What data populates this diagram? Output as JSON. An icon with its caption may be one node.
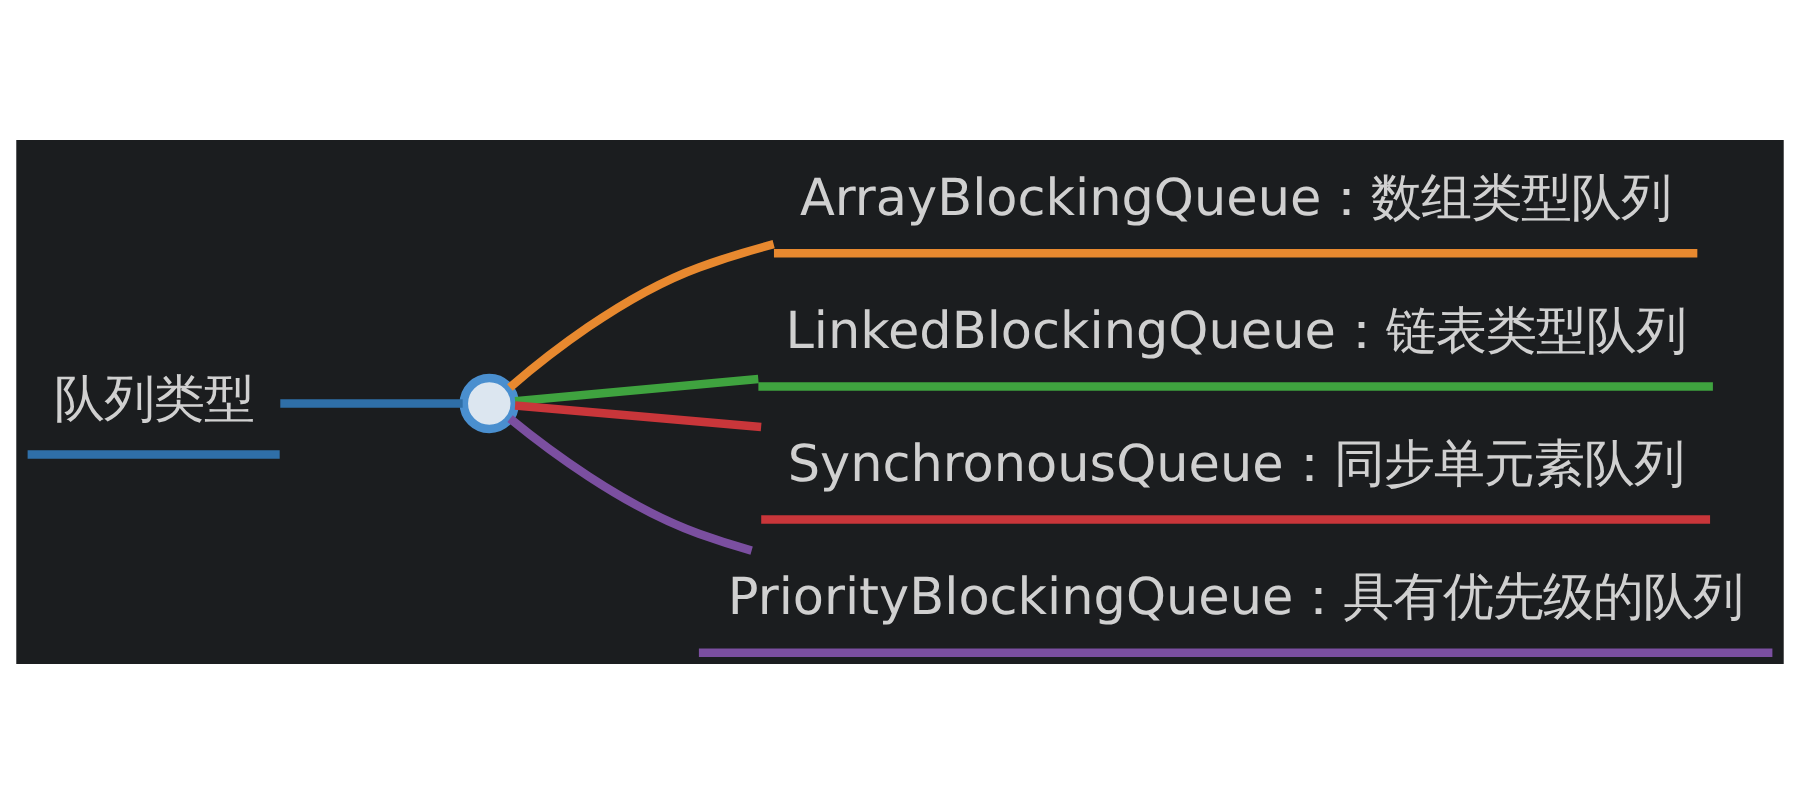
{
  "diagram": {
    "nodes": [
      {
        "text": [
          "队列类型"
        ]
      },
      {
        "text": [],
        "shape": "circle"
      },
      {
        "text": [
          "ArrayBlockingQueue：数组类型队列"
        ]
      },
      {
        "text": [
          "LinkedBlockingQueue：链表类型队列"
        ]
      },
      {
        "text": [
          "SynchronousQueue：同步单元素队列"
        ]
      },
      {
        "text": [
          "PriorityBlockingQueue：具有优先级的队列"
        ]
      }
    ],
    "edges": [
      {
        "from": 0,
        "to": 1,
        "arrow": "none",
        "color": "#2f6fa8"
      },
      {
        "from": 1,
        "to": 2,
        "arrow": "none",
        "color": "#e8892f"
      },
      {
        "from": 1,
        "to": 3,
        "arrow": "none",
        "color": "#3fa33f"
      },
      {
        "from": 1,
        "to": 4,
        "arrow": "none",
        "color": "#c9363a"
      },
      {
        "from": 1,
        "to": 5,
        "arrow": "none",
        "color": "#7b4fa0"
      }
    ]
  }
}
